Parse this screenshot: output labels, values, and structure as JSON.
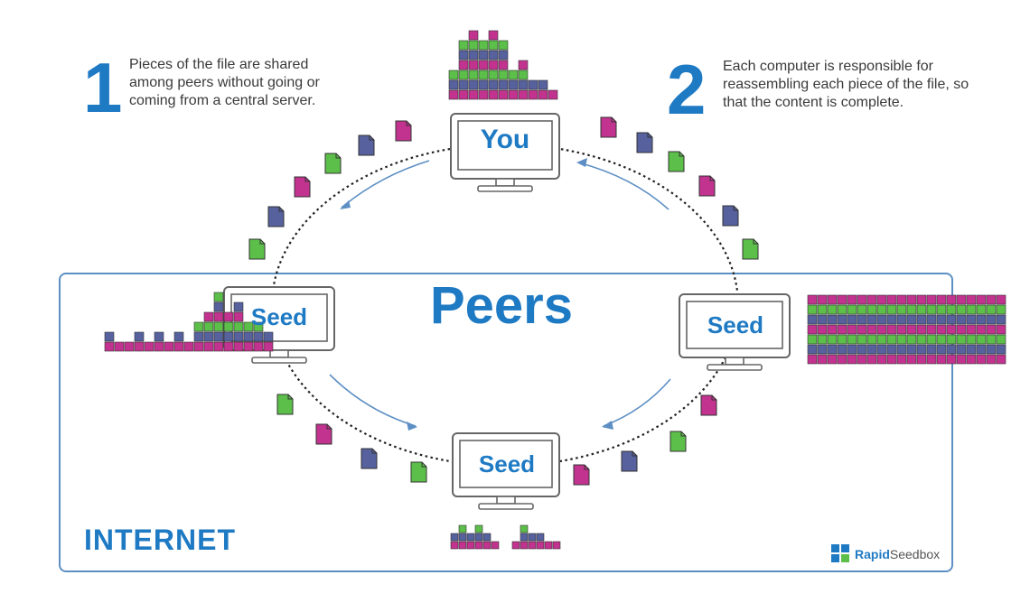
{
  "steps": [
    {
      "number": "1",
      "text": "Pieces of the file are shared among peers without going or coming from a central server."
    },
    {
      "number": "2",
      "text": "Each computer is responsible for reassembling each piece of the file, so that the content is complete."
    }
  ],
  "center_title": "Peers",
  "region_label": "INTERNET",
  "nodes": [
    {
      "label": "You"
    },
    {
      "label": "Seed"
    },
    {
      "label": "Seed"
    },
    {
      "label": "Seed"
    }
  ],
  "brand": {
    "part1": "Rapid",
    "part2": "Seedbox"
  },
  "colors": {
    "blue": "#1f7ac4",
    "magenta": "#c2338f",
    "green": "#5cbf4a",
    "slate": "#56619e",
    "ring": "#222222"
  }
}
